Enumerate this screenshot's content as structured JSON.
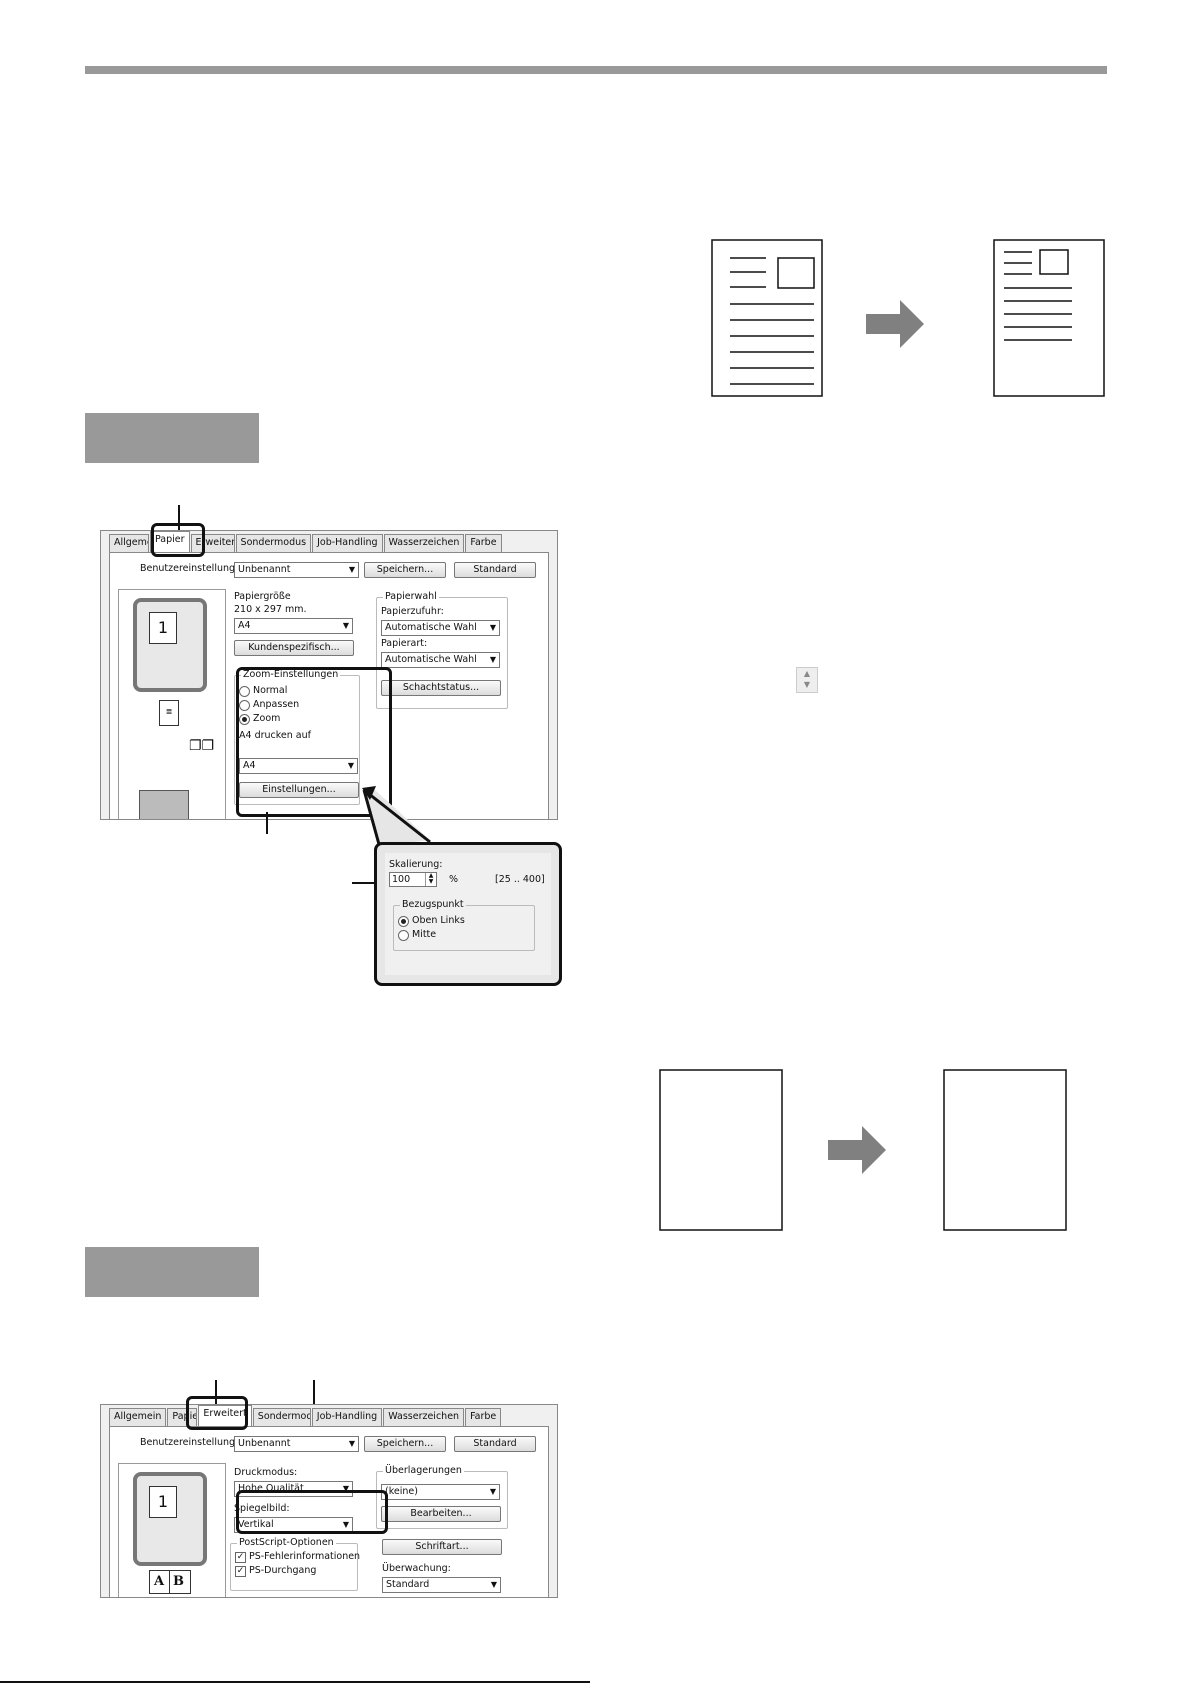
{
  "dialog1": {
    "tabs": [
      "Allgemein",
      "Papier",
      "Erweitert",
      "Sondermodus",
      "Job-Handling",
      "Wasserzeichen",
      "Farbe"
    ],
    "active_tab": "Papier",
    "settings_label": "Benutzereinstellungen:",
    "settings_value": "Unbenannt",
    "save_button": "Speichern...",
    "standard_button": "Standard",
    "preview_page_number": "1",
    "paper_size": {
      "group_label": "Papiergröße",
      "dimensions": "210 x 297 mm.",
      "value": "A4",
      "custom_button": "Kundenspezifisch..."
    },
    "paper_select": {
      "group_label": "Papierwahl",
      "feed_label": "Papierzufuhr:",
      "feed_value": "Automatische Wahl",
      "type_label": "Papierart:",
      "type_value": "Automatische Wahl",
      "tray_button": "Schachtstatus..."
    },
    "zoom": {
      "group_label": "Zoom-Einstellungen",
      "options": [
        "Normal",
        "Anpassen",
        "Zoom"
      ],
      "selected": "Zoom",
      "print_on_label": "A4 drucken auf",
      "print_on_value": "A4",
      "settings_button": "Einstellungen..."
    }
  },
  "callout": {
    "scale_label": "Skalierung:",
    "scale_value": "100",
    "unit": "%",
    "range": "[25 .. 400]",
    "ref_group_label": "Bezugspunkt",
    "ref_options": [
      "Oben Links",
      "Mitte"
    ],
    "ref_selected": "Oben Links"
  },
  "dialog2": {
    "tabs": [
      "Allgemein",
      "Papier",
      "Erweitert",
      "Sondermodus",
      "Job-Handling",
      "Wasserzeichen",
      "Farbe"
    ],
    "active_tab": "Erweitert",
    "settings_label": "Benutzereinstellungen:",
    "settings_value": "Unbenannt",
    "save_button": "Speichern...",
    "standard_button": "Standard",
    "preview_page_number": "1",
    "preview_letters": [
      "A",
      "B"
    ],
    "print_mode_label": "Druckmodus:",
    "print_mode_value": "Hohe Qualität",
    "mirror_label": "Spiegelbild:",
    "mirror_value": "Vertikal",
    "postscript_group_label": "PostScript-Optionen",
    "ps_options": [
      "PS-Fehlerinformationen",
      "PS-Durchgang"
    ],
    "overlay_group_label": "Überlagerungen",
    "overlay_value": "(keine)",
    "edit_button": "Bearbeiten...",
    "font_button": "Schriftart...",
    "monitor_label": "Überwachung:",
    "monitor_value": "Standard"
  },
  "colors": {
    "step_box": "#999999",
    "top_bar": "#999999",
    "arrow": "#808080"
  }
}
